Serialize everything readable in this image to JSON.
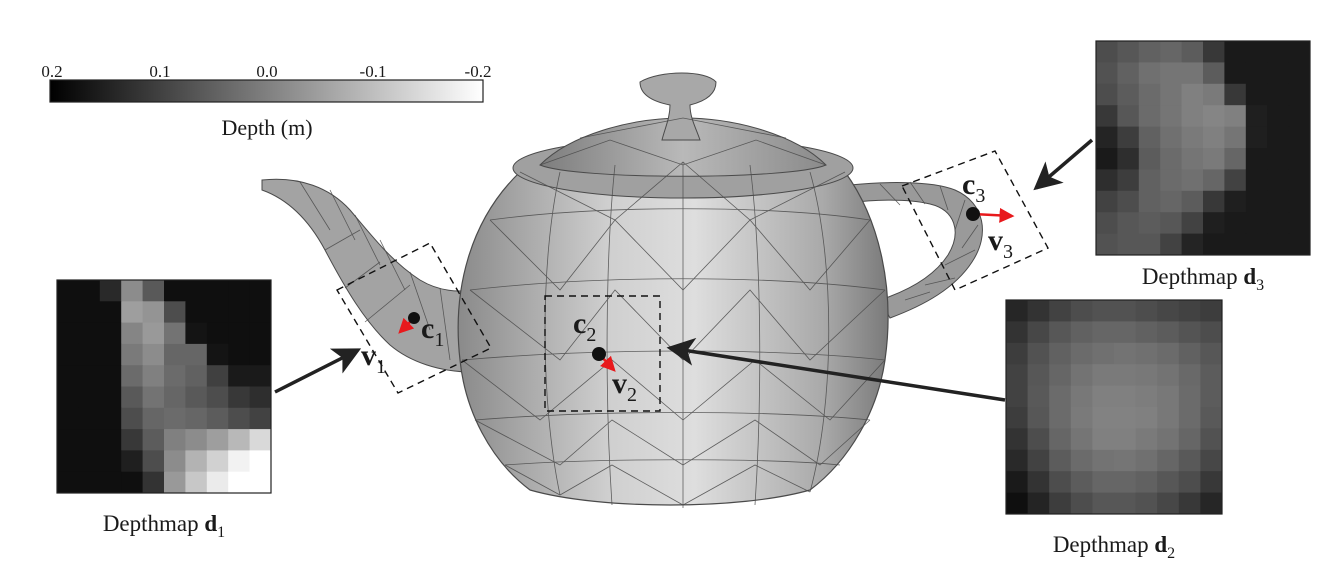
{
  "colorbar": {
    "ticks": [
      "0.2",
      "0.1",
      "0.0",
      "-0.1",
      "-0.2"
    ],
    "label": "Depth (m)",
    "gradient_start": "#000000",
    "gradient_end": "#ffffff"
  },
  "points": [
    {
      "c_base": "c",
      "c_sub": "1",
      "v_base": "v",
      "v_sub": "1"
    },
    {
      "c_base": "c",
      "c_sub": "2",
      "v_base": "v",
      "v_sub": "2"
    },
    {
      "c_base": "c",
      "c_sub": "3",
      "v_base": "v",
      "v_sub": "3"
    }
  ],
  "depthmaps": [
    {
      "caption_prefix": "Depthmap",
      "caption_var": "d",
      "caption_sub": "1",
      "grid": [
        [
          0.06,
          0.06,
          0.16,
          0.55,
          0.35,
          0.06,
          0.06,
          0.06,
          0.06,
          0.06
        ],
        [
          0.06,
          0.06,
          0.06,
          0.62,
          0.58,
          0.3,
          0.06,
          0.06,
          0.06,
          0.06
        ],
        [
          0.06,
          0.06,
          0.06,
          0.52,
          0.6,
          0.45,
          0.08,
          0.06,
          0.06,
          0.06
        ],
        [
          0.06,
          0.06,
          0.06,
          0.48,
          0.55,
          0.4,
          0.4,
          0.08,
          0.06,
          0.06
        ],
        [
          0.06,
          0.06,
          0.06,
          0.42,
          0.5,
          0.42,
          0.38,
          0.25,
          0.1,
          0.1
        ],
        [
          0.06,
          0.06,
          0.06,
          0.35,
          0.45,
          0.4,
          0.35,
          0.3,
          0.22,
          0.18
        ],
        [
          0.06,
          0.06,
          0.06,
          0.3,
          0.4,
          0.42,
          0.4,
          0.36,
          0.3,
          0.26
        ],
        [
          0.06,
          0.06,
          0.06,
          0.22,
          0.36,
          0.5,
          0.55,
          0.62,
          0.72,
          0.85
        ],
        [
          0.06,
          0.06,
          0.06,
          0.12,
          0.3,
          0.55,
          0.7,
          0.82,
          0.95,
          1.0
        ],
        [
          0.06,
          0.06,
          0.06,
          0.06,
          0.2,
          0.6,
          0.78,
          0.92,
          1.0,
          1.0
        ]
      ]
    },
    {
      "caption_prefix": "Depthmap",
      "caption_var": "d",
      "caption_sub": "2",
      "grid": [
        [
          0.15,
          0.2,
          0.26,
          0.3,
          0.32,
          0.32,
          0.3,
          0.28,
          0.26,
          0.24
        ],
        [
          0.2,
          0.28,
          0.34,
          0.38,
          0.4,
          0.4,
          0.38,
          0.36,
          0.33,
          0.3
        ],
        [
          0.24,
          0.32,
          0.38,
          0.42,
          0.44,
          0.45,
          0.44,
          0.42,
          0.38,
          0.34
        ],
        [
          0.26,
          0.34,
          0.4,
          0.45,
          0.48,
          0.48,
          0.47,
          0.45,
          0.41,
          0.36
        ],
        [
          0.26,
          0.35,
          0.42,
          0.47,
          0.5,
          0.5,
          0.49,
          0.47,
          0.42,
          0.36
        ],
        [
          0.24,
          0.34,
          0.42,
          0.48,
          0.51,
          0.51,
          0.5,
          0.47,
          0.42,
          0.35
        ],
        [
          0.2,
          0.3,
          0.4,
          0.46,
          0.5,
          0.5,
          0.48,
          0.45,
          0.4,
          0.32
        ],
        [
          0.16,
          0.26,
          0.36,
          0.42,
          0.45,
          0.46,
          0.44,
          0.4,
          0.35,
          0.28
        ],
        [
          0.1,
          0.2,
          0.3,
          0.36,
          0.4,
          0.4,
          0.38,
          0.34,
          0.3,
          0.22
        ],
        [
          0.06,
          0.14,
          0.24,
          0.3,
          0.34,
          0.34,
          0.32,
          0.28,
          0.22,
          0.15
        ]
      ]
    },
    {
      "caption_prefix": "Depthmap",
      "caption_var": "d",
      "caption_sub": "3",
      "grid": [
        [
          0.3,
          0.34,
          0.38,
          0.4,
          0.36,
          0.22,
          0.1,
          0.1,
          0.1,
          0.1
        ],
        [
          0.32,
          0.38,
          0.44,
          0.46,
          0.46,
          0.36,
          0.1,
          0.1,
          0.1,
          0.1
        ],
        [
          0.3,
          0.36,
          0.42,
          0.46,
          0.5,
          0.48,
          0.22,
          0.1,
          0.1,
          0.1
        ],
        [
          0.22,
          0.34,
          0.42,
          0.46,
          0.5,
          0.52,
          0.5,
          0.12,
          0.1,
          0.1
        ],
        [
          0.14,
          0.24,
          0.38,
          0.44,
          0.48,
          0.5,
          0.46,
          0.12,
          0.1,
          0.1
        ],
        [
          0.1,
          0.18,
          0.36,
          0.42,
          0.46,
          0.48,
          0.4,
          0.1,
          0.1,
          0.1
        ],
        [
          0.18,
          0.24,
          0.38,
          0.42,
          0.44,
          0.4,
          0.26,
          0.1,
          0.1,
          0.1
        ],
        [
          0.26,
          0.3,
          0.38,
          0.4,
          0.36,
          0.22,
          0.12,
          0.1,
          0.1,
          0.1
        ],
        [
          0.3,
          0.34,
          0.36,
          0.34,
          0.26,
          0.12,
          0.1,
          0.1,
          0.1,
          0.1
        ],
        [
          0.32,
          0.34,
          0.34,
          0.26,
          0.14,
          0.1,
          0.1,
          0.1,
          0.1,
          0.1
        ]
      ]
    }
  ],
  "colors": {
    "view_vector": "#e8191c",
    "center_point": "#111111",
    "arrow": "#222222",
    "mesh_edge": "#4a4a4a"
  }
}
